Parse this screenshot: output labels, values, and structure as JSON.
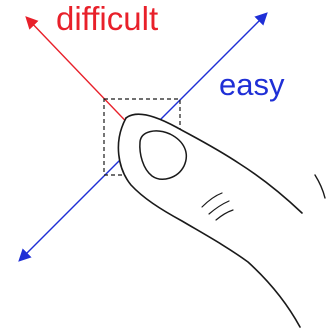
{
  "labels": {
    "difficult": "difficult",
    "easy": "easy"
  },
  "colors": {
    "difficult": "#e8202a",
    "easy": "#1f2fd6",
    "outline": "#1a1a1a",
    "background": "#ffffff"
  },
  "icons": {
    "finger": "finger-icon",
    "target_box": "dashed-square"
  }
}
